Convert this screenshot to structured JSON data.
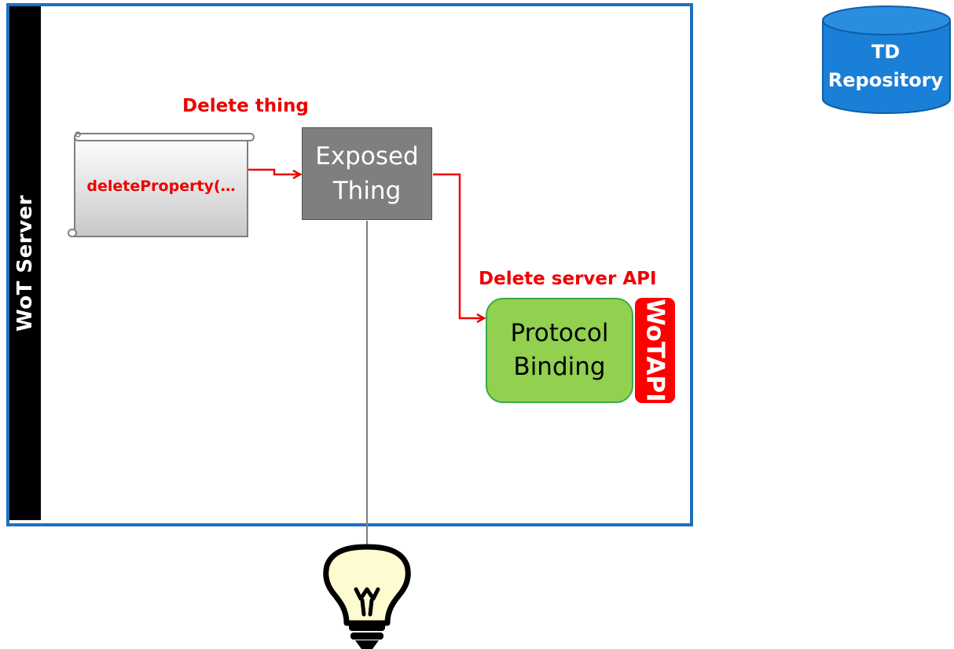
{
  "server": {
    "label": "WoT Server"
  },
  "labels": {
    "delete_thing": "Delete thing",
    "delete_server_api": "Delete server API"
  },
  "script": {
    "text": "deleteProperty(…"
  },
  "exposed_thing": {
    "line1": "Exposed",
    "line2": "Thing"
  },
  "protocol_binding": {
    "line1": "Protocol",
    "line2": "Binding"
  },
  "wot_api": {
    "label": "WoTAPI"
  },
  "td_repository": {
    "line1": "TD",
    "line2": "Repository"
  },
  "icons": {
    "device": "lightbulb-icon",
    "script": "scroll-icon",
    "repository": "database-cylinder-icon"
  },
  "colors": {
    "frame": "#1f6fbf",
    "accent_red": "#ee0000",
    "exposed_thing": "#7f7f7f",
    "protocol_binding": "#92d050",
    "repository": "#1a7fd6"
  }
}
